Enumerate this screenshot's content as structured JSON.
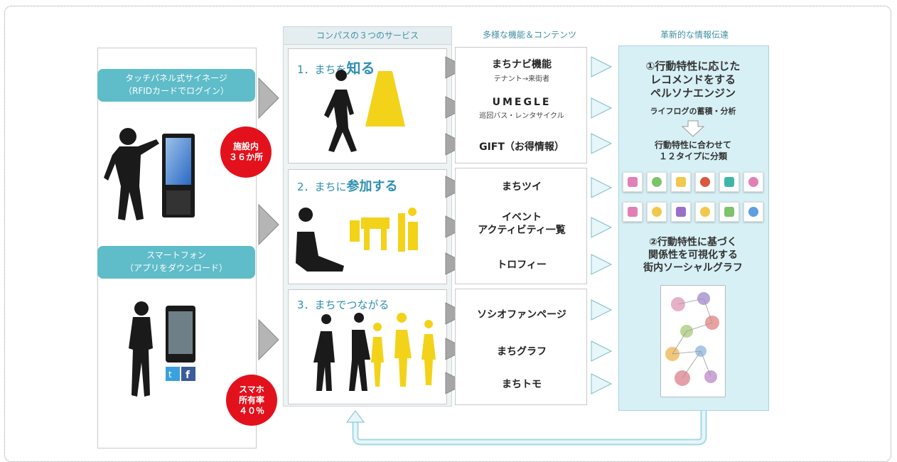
{
  "headers": {
    "services": "コンパスの３つのサービス",
    "features": "多様な機能＆コンテンツ",
    "info": "革新的な情報伝達"
  },
  "devices": {
    "signage_line1": "タッチパネル式サイネージ",
    "signage_line2": "（RFIDカードでログイン）",
    "signage_badge_line1": "施設内",
    "signage_badge_line2": "３６か所",
    "phone_line1": "スマートフォン",
    "phone_line2": "（アプリをダウンロード）",
    "phone_badge_line1": "スマホ",
    "phone_badge_line2": "所有率",
    "phone_badge_line3": "４０％"
  },
  "services": [
    {
      "title_prefix": "1．まちを",
      "title_emph": "知る"
    },
    {
      "title_prefix": "2．まちに",
      "title_emph": "参加する"
    },
    {
      "title_prefix": "3．まちでつながる",
      "title_emph": ""
    }
  ],
  "features": {
    "group1": [
      {
        "label": "まちナビ機能",
        "sub": "テナント→来街者"
      },
      {
        "label": "UMEGLE",
        "sub": "巡回バス・レンタサイクル"
      },
      {
        "label": "GIFT（お得情報）",
        "sub": ""
      }
    ],
    "group2": [
      {
        "label": "まちツイ",
        "sub": ""
      },
      {
        "label": "イベント",
        "sub": ""
      },
      {
        "label": "アクティビティ一覧",
        "sub": ""
      },
      {
        "label": "トロフィー",
        "sub": ""
      }
    ],
    "group3": [
      {
        "label": "ソシオファンページ",
        "sub": ""
      },
      {
        "label": "まちグラフ",
        "sub": ""
      },
      {
        "label": "まちトモ",
        "sub": ""
      }
    ]
  },
  "info": {
    "point1_line1": "①行動特性に応じた",
    "point1_line2": "レコメンドをする",
    "point1_line3": "ペルソナエンジン",
    "point1_sub": "ライフログの蓄積・分析",
    "classify_line1": "行動特性に合わせて",
    "classify_line2": "１２タイプに分類",
    "point2_line1": "②行動特性に基づく",
    "point2_line2": "関係性を可視化する",
    "point2_line3": "街内ソーシャルグラフ"
  },
  "colors": {
    "accent_teal": "#5fbcc9",
    "badge_red": "#e3111b",
    "title_blue": "#2f8fb0",
    "info_bg": "#d7f0f5",
    "gold": "#f3d21a"
  },
  "persona_icons": [
    "pink",
    "green",
    "yellow",
    "red",
    "teal",
    "pink",
    "pink",
    "yellow",
    "purple",
    "yellow",
    "green",
    "blue"
  ]
}
